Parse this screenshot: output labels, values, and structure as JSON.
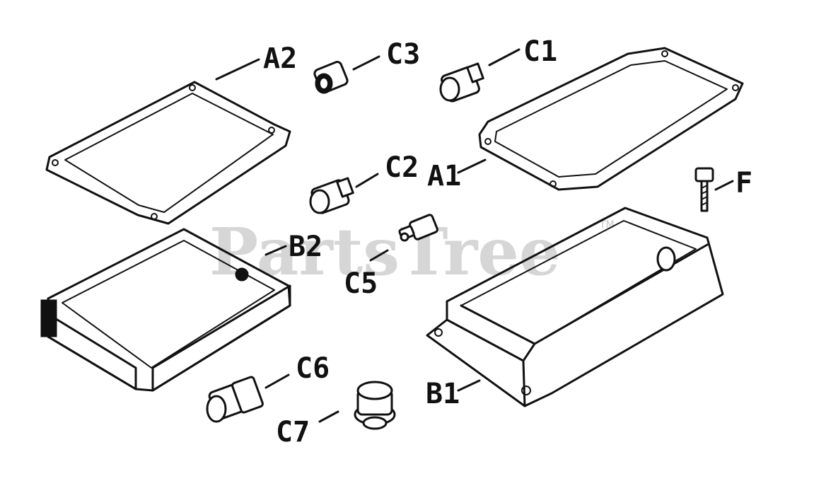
{
  "watermark": {
    "text": "PartsTree",
    "trademark": "TM"
  },
  "callouts": {
    "a1": "A1",
    "a2": "A2",
    "b1": "B1",
    "b2": "B2",
    "c1": "C1",
    "c2": "C2",
    "c3": "C3",
    "c5": "C5",
    "c6": "C6",
    "c7": "C7",
    "f": "F"
  }
}
